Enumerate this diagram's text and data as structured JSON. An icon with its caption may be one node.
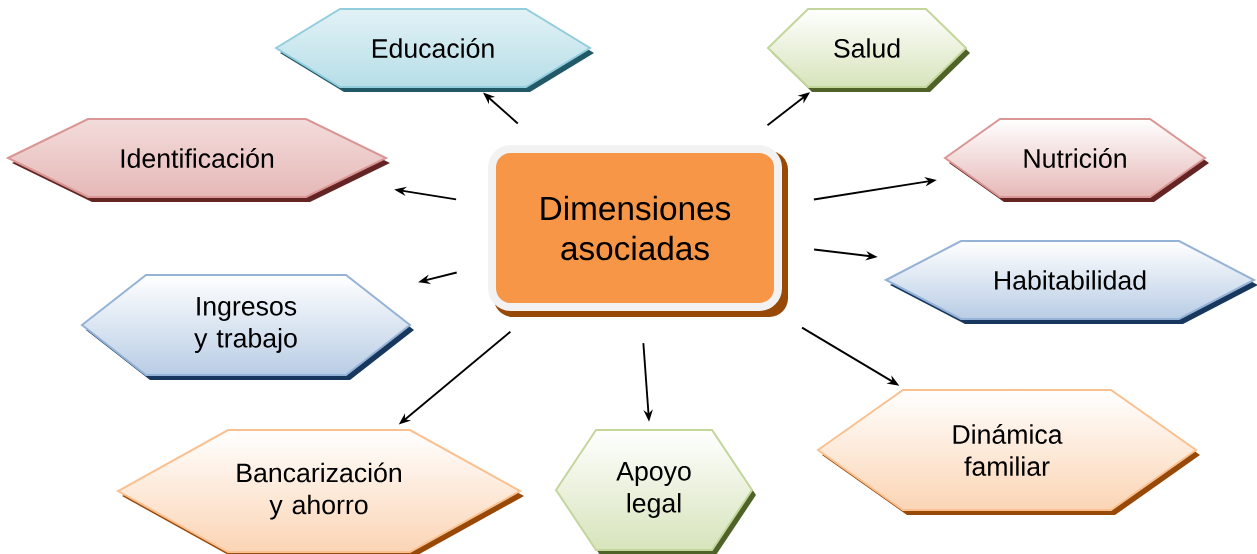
{
  "diagram": {
    "nodes": [
      {
        "text": [
          "Dimensiones asociadas"
        ]
      },
      {
        "text": [
          "Educación"
        ]
      },
      {
        "text": [
          "Salud"
        ]
      },
      {
        "text": [
          "Identificación"
        ]
      },
      {
        "text": [
          "Nutrición"
        ]
      },
      {
        "text": [
          "Ingresos y trabajo"
        ]
      },
      {
        "text": [
          "Habitabilidad"
        ]
      },
      {
        "text": [
          "Bancarización y ahorro"
        ]
      },
      {
        "text": [
          "Apoyo legal"
        ]
      },
      {
        "text": [
          "Dinámica familiar"
        ]
      }
    ],
    "edges": [
      {
        "from": 0,
        "to": 1,
        "arrow": "to"
      },
      {
        "from": 0,
        "to": 2,
        "arrow": "to"
      },
      {
        "from": 0,
        "to": 3,
        "arrow": "to"
      },
      {
        "from": 0,
        "to": 4,
        "arrow": "to"
      },
      {
        "from": 0,
        "to": 5,
        "arrow": "to"
      },
      {
        "from": 0,
        "to": 6,
        "arrow": "to"
      },
      {
        "from": 0,
        "to": 7,
        "arrow": "to"
      },
      {
        "from": 0,
        "to": 8,
        "arrow": "to"
      },
      {
        "from": 0,
        "to": 9,
        "arrow": "to"
      }
    ]
  }
}
